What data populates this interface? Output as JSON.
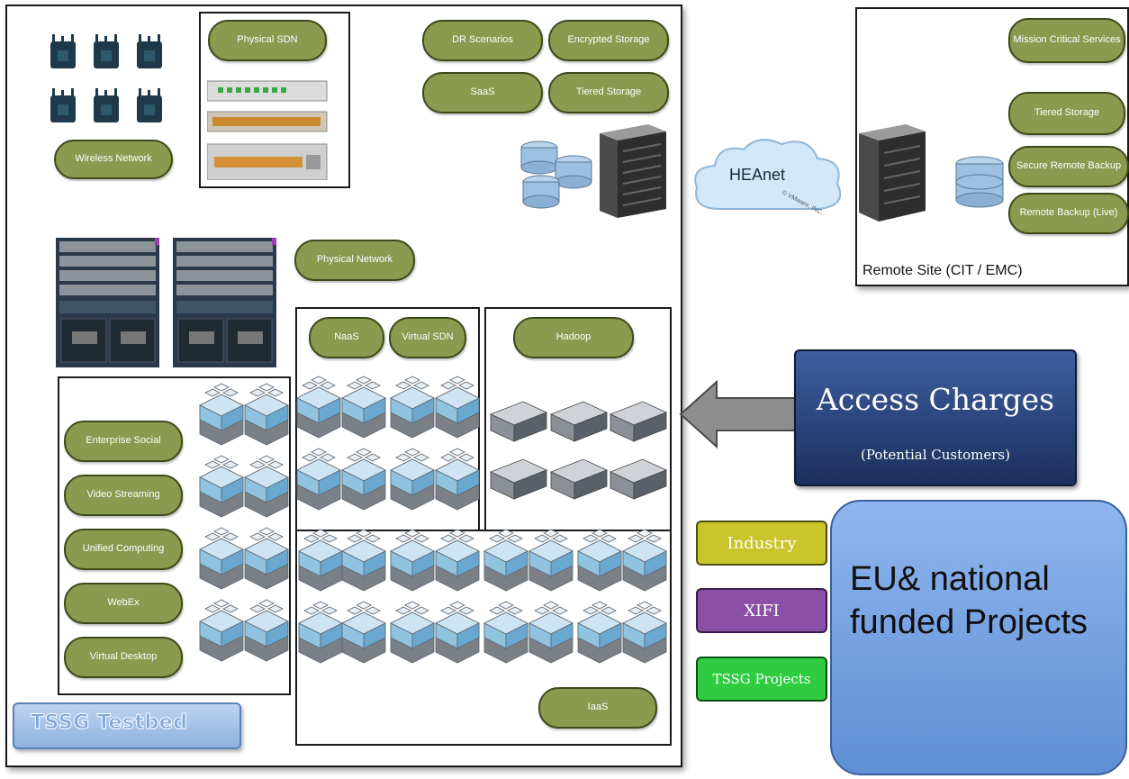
{
  "testbed": {
    "title": "TSSG Testbed"
  },
  "remote_site": {
    "label": "Remote Site (CIT / EMC)",
    "services": [
      "Mission Critical Services",
      "Tiered Storage",
      "Secure Remote Backup",
      "Remote Backup (Live)"
    ]
  },
  "cloud": {
    "label": "HEAnet",
    "credit": "© VMware, INC."
  },
  "top_services": [
    "DR Scenarios",
    "Encrypted Storage",
    "SaaS",
    "Tiered Storage"
  ],
  "sdn": {
    "label": "Physical SDN"
  },
  "wireless": {
    "label": "Wireless Network"
  },
  "physical_network": {
    "label": "Physical Network"
  },
  "naas": {
    "label": "NaaS"
  },
  "virtual_sdn": {
    "label": "Virtual SDN"
  },
  "hadoop": {
    "label": "Hadoop"
  },
  "iaas": {
    "label": "IaaS"
  },
  "apps": [
    "Enterprise Social",
    "Video Streaming",
    "Unified Computing",
    "WebEx",
    "Virtual Desktop"
  ],
  "access": {
    "title": "Access Charges",
    "subtitle": "(Potential Customers)"
  },
  "funding": {
    "industry": "Industry",
    "xifi": "XIFI",
    "tssg": "TSSG Projects",
    "eu": "EU& national funded Projects"
  },
  "colors": {
    "pill_green": "#8a9a4f",
    "access_blue": "#1f3b73",
    "industry": "#c9c42a",
    "xifi": "#8a4fa6",
    "tssg": "#2ecc40",
    "eu_blue": "#7fa8e6"
  }
}
